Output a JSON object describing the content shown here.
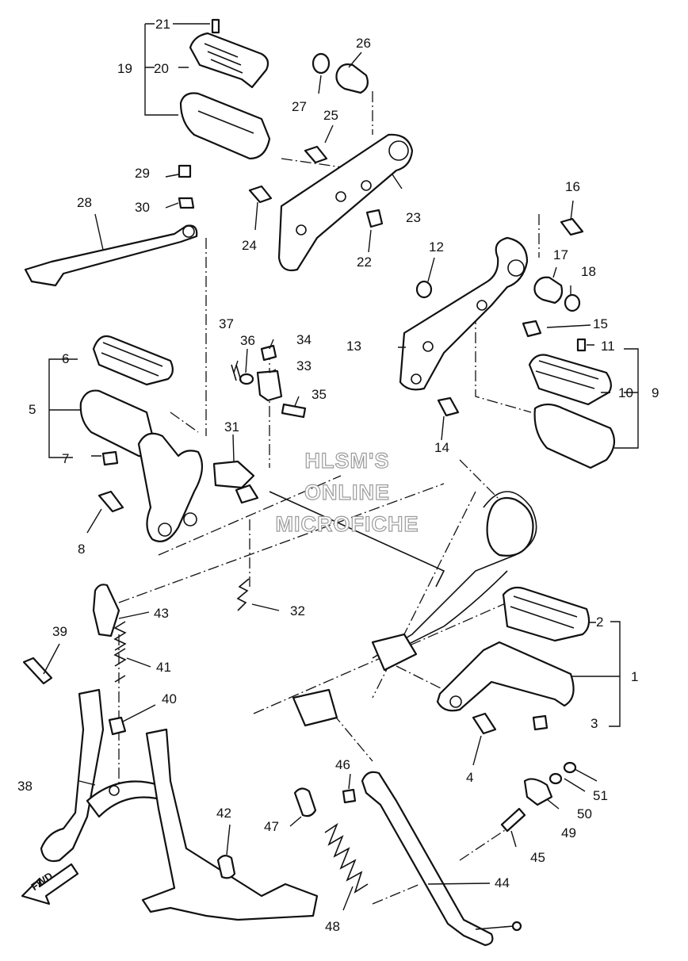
{
  "watermark": {
    "line1": "HLSM'S",
    "line2": "ONLINE",
    "line3": "MICROFICHE"
  },
  "direction_label": "FWD",
  "callouts": [
    "1",
    "2",
    "3",
    "4",
    "5",
    "6",
    "7",
    "8",
    "9",
    "10",
    "11",
    "12",
    "13",
    "14",
    "15",
    "16",
    "17",
    "18",
    "19",
    "20",
    "21",
    "22",
    "23",
    "24",
    "25",
    "26",
    "27",
    "28",
    "29",
    "30",
    "31",
    "32",
    "33",
    "34",
    "35",
    "36",
    "37",
    "38",
    "39",
    "40",
    "41",
    "42",
    "43",
    "44",
    "45",
    "46",
    "47",
    "48",
    "49",
    "50",
    "51"
  ]
}
